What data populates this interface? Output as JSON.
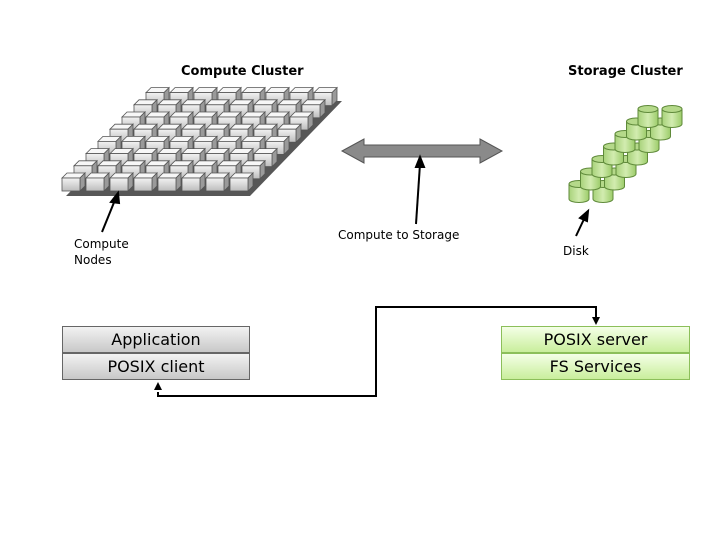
{
  "compute": {
    "title": "Compute Cluster",
    "nodes_label_line1": "Compute",
    "nodes_label_line2": "Nodes"
  },
  "storage": {
    "title": "Storage Cluster",
    "disk_label": "Disk"
  },
  "link": {
    "label": "Compute to Storage"
  },
  "client_stack": {
    "top": "Application",
    "bottom": "POSIX client"
  },
  "server_stack": {
    "top": "POSIX server",
    "bottom": "FS Services"
  },
  "colors": {
    "node_fill": "#d9d9d9",
    "disk_fill": "#b5d98a",
    "arrow_fill": "#8a8a8a"
  }
}
